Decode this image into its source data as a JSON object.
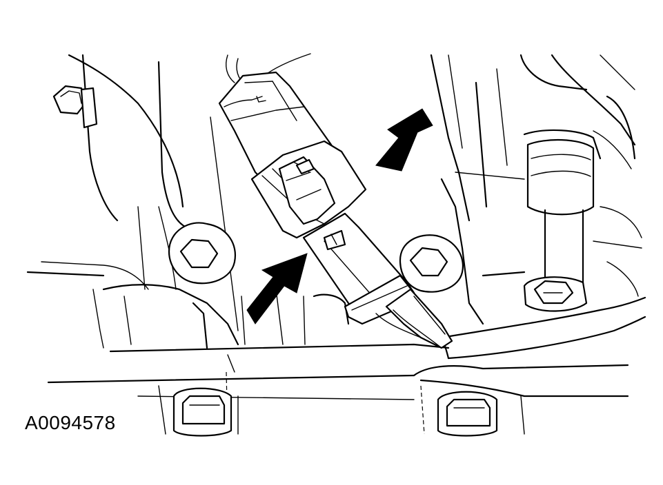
{
  "figure": {
    "id_label": "A0094578"
  },
  "colors": {
    "line": "#000000",
    "background": "#ffffff"
  },
  "callouts": [
    {
      "name": "upper-pointer-arrow",
      "points_to": "connector-locking-collar"
    },
    {
      "name": "lower-pointer-arrow",
      "points_to": "connector-rear-body"
    }
  ]
}
